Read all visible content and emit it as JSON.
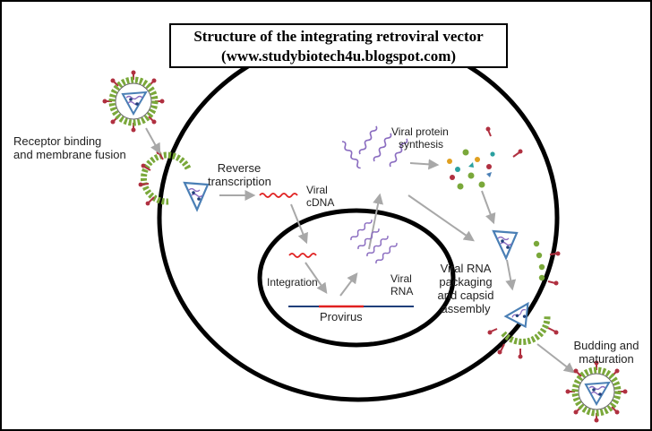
{
  "title": {
    "line1": "Structure of the integrating retroviral vector",
    "line2": "(www.studybiotech4u.blogspot.com)"
  },
  "labels": {
    "receptor_1": "Receptor binding",
    "receptor_2": "and membrane fusion",
    "rt_1": "Reverse",
    "rt_2": "transcription",
    "cdna_1": "Viral",
    "cdna_2": "cDNA",
    "protein_1": "Viral protein",
    "protein_2": "synthesis",
    "integration": "Integration",
    "provirus": "Provirus",
    "vrna_1": "Viral",
    "vrna_2": "RNA",
    "pack_1": "Viral RNA",
    "pack_2": "packaging",
    "pack_3": "and capsid",
    "pack_4": "assembly",
    "bud_1": "Budding and",
    "bud_2": "maturation"
  },
  "colors": {
    "membrane": "#000000",
    "arrow": "#a8a8a8",
    "rna": "#8a6cc0",
    "cdna": "#e02020",
    "envelope_green": "#7aa83a",
    "spike": "#b03040",
    "capsid": "#4a7fb5",
    "provirus_line": "#1f3f7a"
  }
}
